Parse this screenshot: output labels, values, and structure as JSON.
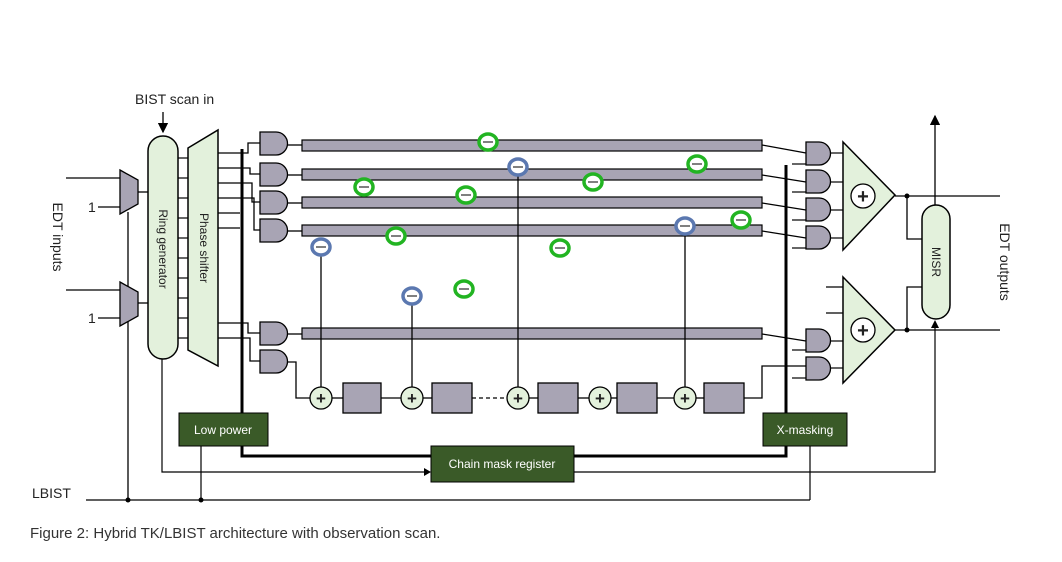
{
  "labels": {
    "bist_scan_in": "BIST scan in",
    "edt_inputs": "EDT inputs",
    "edt_outputs": "EDT outputs",
    "lbist": "LBIST",
    "ring_generator": "Ring generator",
    "phase_shifter": "Phase shifter",
    "misr": "MISR",
    "low_power": "Low power",
    "chain_mask_register": "Chain mask register",
    "x_masking": "X-masking",
    "mux_const_1": "1",
    "mux_const_2": "1",
    "xor_symbol": "+"
  },
  "caption": "Figure 2: Hybrid TK/LBIST architecture with observation scan.",
  "colors": {
    "gate_fill": "#a8a4b4",
    "chain_fill": "#a8a4b4",
    "light_green_fill": "#e3f1dc",
    "dark_green_block": "#3a5a28",
    "green_marker": "#22b422",
    "blue_marker": "#5b78b0",
    "line": "#000000"
  }
}
